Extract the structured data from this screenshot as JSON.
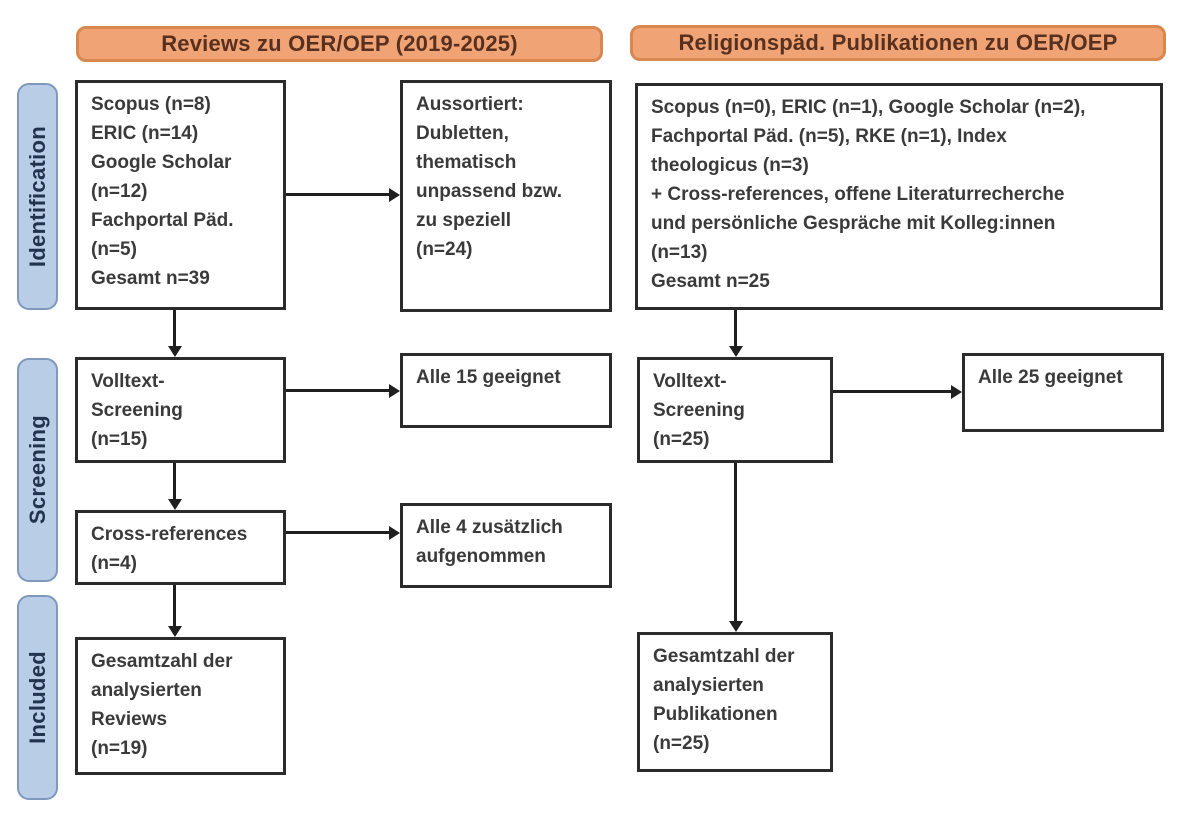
{
  "headers": {
    "left": "Reviews zu OER/OEP (2019-2025)",
    "right": "Religionspäd. Publikationen zu OER/OEP"
  },
  "sidebar": {
    "identification": "Identification",
    "screening": "Screening",
    "included": "Included"
  },
  "left_diagram": {
    "identification_box": "Scopus (n=8)\nERIC (n=14)\nGoogle Scholar\n(n=12)\nFachportal Päd.\n(n=5)\nGesamt n=39",
    "excluded_box": "Aussortiert:\nDubletten,\nthematisch\nunpassend bzw.\nzu speziell\n(n=24)",
    "fulltext_box": "Volltext-\nScreening\n(n=15)",
    "fulltext_result_box": "Alle 15 geeignet",
    "crossref_box": "Cross-references\n(n=4)",
    "crossref_result_box": "Alle 4 zusätzlich\naufgenommen",
    "included_box": "Gesamtzahl der\nanalysierten\nReviews\n(n=19)"
  },
  "right_diagram": {
    "identification_box": "Scopus (n=0), ERIC (n=1), Google Scholar (n=2),\nFachportal Päd. (n=5), RKE (n=1), Index\ntheologicus (n=3)\n+ Cross-references, offene Literaturrecherche\nund persönliche Gespräche mit Kolleg:innen\n(n=13)\nGesamt n=25",
    "fulltext_box": "Volltext-\nScreening\n(n=25)",
    "fulltext_result_box": "Alle 25 geeignet",
    "included_box": "Gesamtzahl der\nanalysierten\nPublikationen\n(n=25)"
  },
  "colors": {
    "header_fill": "#f0a475",
    "header_border": "#d8874f",
    "header_text": "#57301f",
    "stage_pill_fill": "#b9cde7",
    "stage_pill_border": "#7e99bd",
    "stage_pill_text": "#22334e",
    "box_border": "#2b2b2b",
    "box_text": "#3a3a3a",
    "arrow": "#1f1f1f",
    "background": "#ffffff"
  }
}
